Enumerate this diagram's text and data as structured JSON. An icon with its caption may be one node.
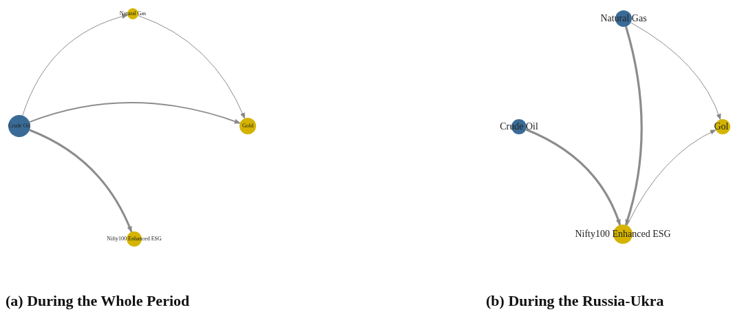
{
  "diagram": {
    "nodes": [
      {
        "text": [
          "Natural Gas"
        ]
      },
      {
        "text": [
          "Crude Oil"
        ]
      },
      {
        "text": [
          "Gold"
        ]
      },
      {
        "text": [
          "Nifty100 Enhanced ESG"
        ]
      },
      {
        "text": [
          "Natural Gas"
        ]
      },
      {
        "text": [
          "Crude Oil"
        ]
      },
      {
        "text": [
          "Gol"
        ]
      },
      {
        "text": [
          "Nifty100 Enhanced ESG"
        ]
      }
    ],
    "edges": [
      {
        "from": 1,
        "to": 0,
        "arrow": "to"
      },
      {
        "from": 0,
        "to": 2,
        "arrow": "to"
      },
      {
        "from": 1,
        "to": 2,
        "arrow": "to"
      },
      {
        "from": 1,
        "to": 3,
        "arrow": "to",
        "style": "thick"
      },
      {
        "from": 4,
        "to": 7,
        "arrow": "to",
        "style": "thick"
      },
      {
        "from": 5,
        "to": 7,
        "arrow": "to",
        "style": "thick"
      },
      {
        "from": 4,
        "to": 6,
        "arrow": "to"
      },
      {
        "from": 7,
        "to": 6,
        "arrow": "to"
      }
    ],
    "labels": [
      "(a) During the Whole Period",
      "(b) During the Russia-Ukra"
    ]
  }
}
